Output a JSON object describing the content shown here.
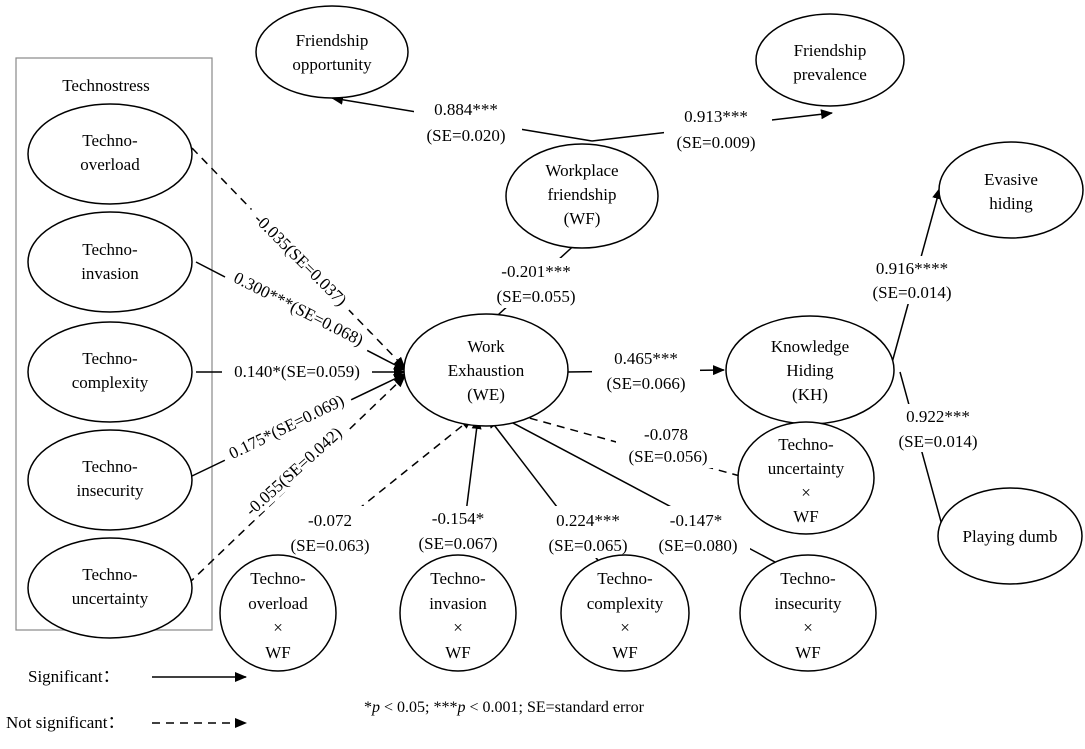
{
  "group": {
    "title": "Technostress"
  },
  "nodes": {
    "friendship_opportunity": [
      "Friendship",
      "opportunity"
    ],
    "friendship_prevalence": [
      "Friendship",
      "prevalence"
    ],
    "workplace_friendship": [
      "Workplace",
      "friendship",
      "(WF)"
    ],
    "work_exhaustion": [
      "Work",
      "Exhaustion",
      "(WE)"
    ],
    "knowledge_hiding": [
      "Knowledge",
      "Hiding",
      "(KH)"
    ],
    "evasive_hiding": [
      "Evasive",
      "hiding"
    ],
    "playing_dumb": [
      "Playing dumb"
    ],
    "techno_overload": [
      "Techno-",
      "overload"
    ],
    "techno_invasion": [
      "Techno-",
      "invasion"
    ],
    "techno_complexity": [
      "Techno-",
      "complexity"
    ],
    "techno_insecurity": [
      "Techno-",
      "insecurity"
    ],
    "techno_uncertainty": [
      "Techno-",
      "uncertainty"
    ],
    "overload_x_wf": [
      "Techno-",
      "overload",
      "×",
      "WF"
    ],
    "invasion_x_wf": [
      "Techno-",
      "invasion",
      "×",
      "WF"
    ],
    "complexity_x_wf": [
      "Techno-",
      "complexity",
      "×",
      "WF"
    ],
    "insecurity_x_wf": [
      "Techno-",
      "insecurity",
      "×",
      "WF"
    ],
    "uncertainty_x_wf": [
      "Techno-",
      "uncertainty",
      "×",
      "WF"
    ]
  },
  "edges": {
    "wf_fo": [
      "0.884***",
      "(SE=0.020)"
    ],
    "wf_fp": [
      "0.913***",
      "(SE=0.009)"
    ],
    "wf_we": [
      "-0.201***",
      "(SE=0.055)"
    ],
    "we_kh": [
      "0.465***",
      "(SE=0.066)"
    ],
    "kh_eh": [
      "0.916****",
      "(SE=0.014)"
    ],
    "kh_pd": [
      "0.922***",
      "(SE=0.014)"
    ],
    "uwf_we": [
      "-0.078",
      "(SE=0.056)"
    ],
    "owf_we": [
      "-0.072",
      "(SE=0.063)"
    ],
    "iwf_we": [
      "-0.154*",
      "(SE=0.067)"
    ],
    "cwf_we": [
      "0.224***",
      "(SE=0.065)"
    ],
    "swf_we": [
      "-0.147*",
      "(SE=0.080)"
    ],
    "to_we": "-0.035(SE=0.037)",
    "ti_we": "0.300***(SE=0.068)",
    "tc_we": "0.140*(SE=0.059)",
    "ts_we": "0.175*(SE=0.069)",
    "tu_we": "-0.055(SE=0.042)"
  },
  "legend": {
    "significant": "Significant：",
    "not_significant": "Not significant："
  },
  "footnote": {
    "p1": "*",
    "p2": "p",
    "p3": " < 0.05; ***",
    "p4": "p",
    "p5": " < 0.001; SE=standard error"
  }
}
